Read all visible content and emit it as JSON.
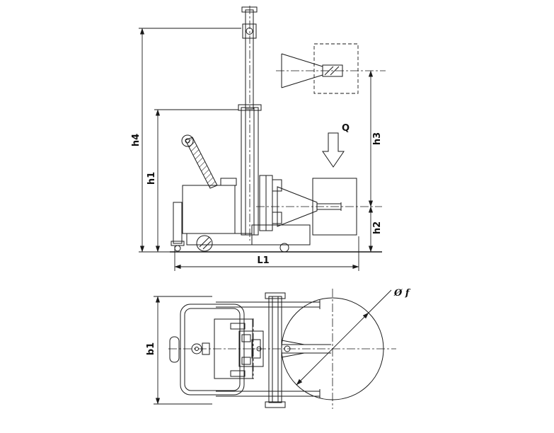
{
  "side_view": {
    "labels": {
      "h4": "h4",
      "h1": "h1",
      "h3": "h3",
      "h2": "h2",
      "L1": "L1",
      "Q": "Q"
    }
  },
  "plan_view": {
    "labels": {
      "b1": "b1",
      "phi_f": "Ø f"
    }
  }
}
